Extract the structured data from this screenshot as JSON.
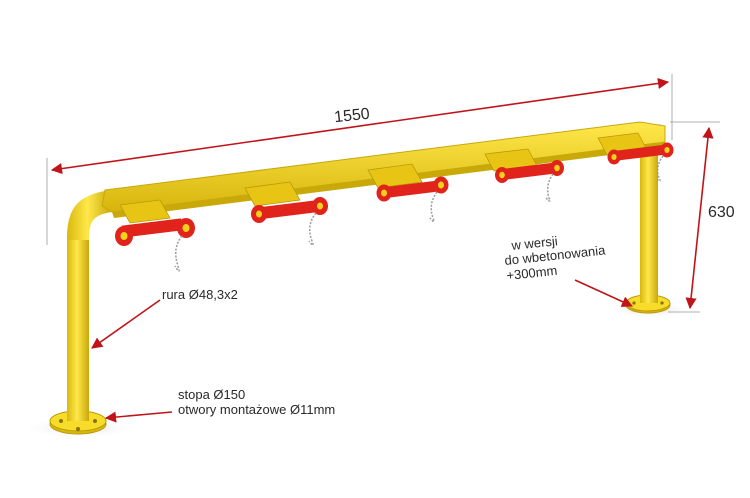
{
  "dimensions": {
    "length": "1550",
    "height": "630"
  },
  "annotations": {
    "pipe": "rura Ø48,3x2",
    "foot_line1": "stopa Ø150",
    "foot_line2": "otwory montażowe Ø11mm",
    "concrete_line1": "w wersji",
    "concrete_line2": "do wbetonowania",
    "concrete_line3": "+300mm"
  },
  "colors": {
    "frame_yellow": "#f4d21a",
    "frame_shadow": "#c9a80a",
    "bracket_red": "#e0241c",
    "arrow_red": "#c0141a",
    "chain_gray": "#9a9a9a"
  }
}
